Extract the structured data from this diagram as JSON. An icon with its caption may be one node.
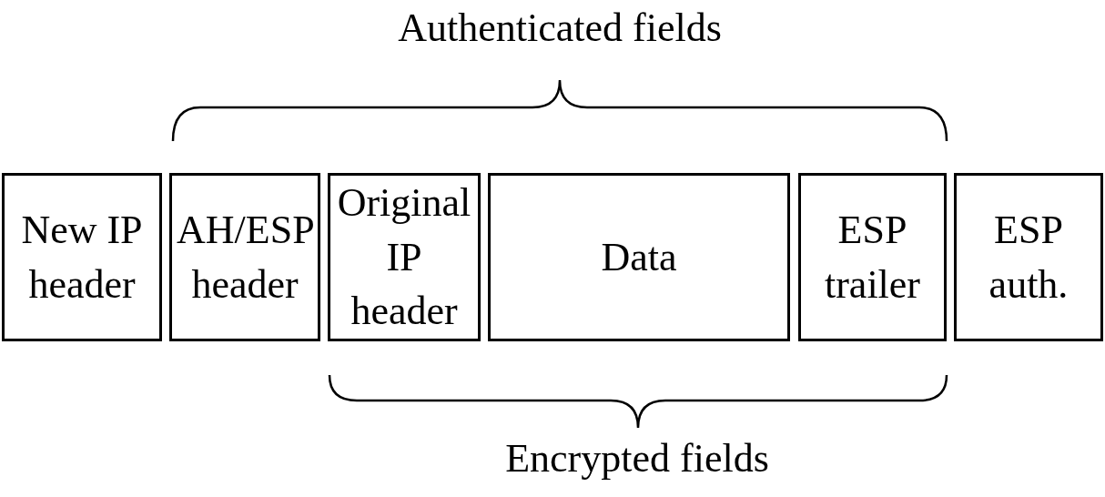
{
  "diagram": {
    "nodes": [
      {
        "text": [
          "New IP header"
        ]
      },
      {
        "text": [
          "AH/ESP header"
        ]
      },
      {
        "text": [
          "Original IP header"
        ]
      },
      {
        "text": [
          "Data"
        ]
      },
      {
        "text": [
          "ESP trailer"
        ]
      },
      {
        "text": [
          "ESP auth."
        ]
      }
    ],
    "labels": [
      "Authenticated fields",
      "Encrypted fields"
    ]
  }
}
